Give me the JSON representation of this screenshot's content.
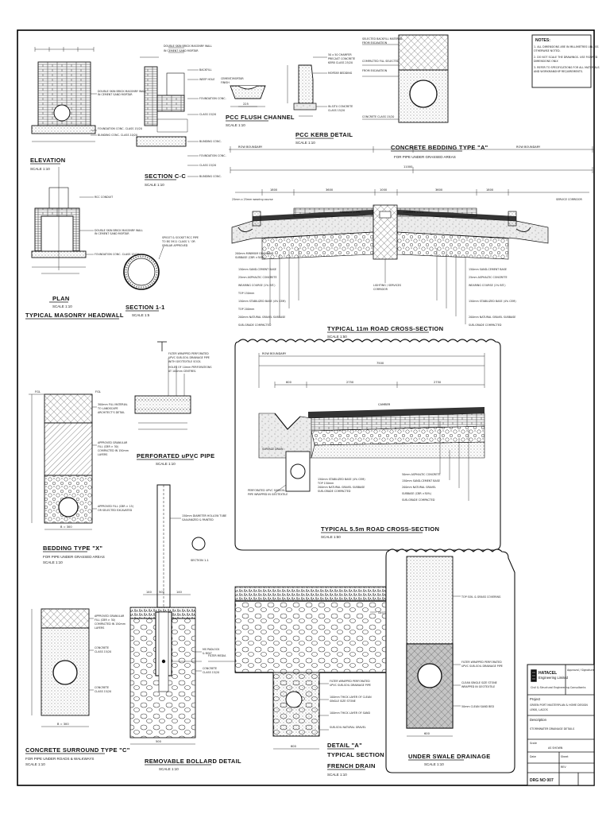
{
  "drawing": {
    "headwall": {
      "elevation_title": "ELEVATION",
      "elevation_scale": "SCALE 1:10",
      "section_cc_title": "SECTION C-C",
      "section_cc_scale": "SCALE 1:10",
      "plan_title": "PLAN",
      "plan_scale": "SCALE 1:10",
      "group_title": "TYPICAL MASONRY HEADWALL",
      "section_11_title": "SECTION 1-1",
      "section_11_scale": "SCALE 1:5",
      "pipe_label": "SPIGOT & SOCKET RCC PIPE"
    },
    "flush_channel": {
      "title": "PCC FLUSH CHANNEL",
      "scale": "SCALE 1:10"
    },
    "kerb": {
      "title": "PCC KERB DETAIL",
      "scale": "SCALE 1:10"
    },
    "bedding_a": {
      "title": "CONCRETE BEDDING TYPE \"A\"",
      "subtitle": "FOR PIPE UNDER GRASSED AREAS"
    },
    "notes": {
      "heading": "NOTES:",
      "lines": [
        "1. ALL DIMENSIONS ARE IN MILLIMETRES UNLESS",
        "   OTHERWISE NOTED.",
        "2. DO NOT SCALE THE DRAWINGS. USE FIGURED",
        "   DIMENSIONS ONLY.",
        "3. REFER TO SPECIFICATIONS FOR ALL MATERIALS",
        "   AND WORKMANSHIP REQUIREMENTS."
      ]
    },
    "road_11m": {
      "title": "TYPICAL 11m ROAD CROSS-SECTION",
      "scale": "SCALE 1:50"
    },
    "road_55m": {
      "title": "TYPICAL 5.5m ROAD CROSS-SECTION",
      "scale": "SCALE 1:50"
    },
    "bedding_x": {
      "title": "BEDDING TYPE \"X\"",
      "subtitle": "FOR PIPE UNDER GRASSED AREAS",
      "scale": "SCALE 1:10"
    },
    "upvc": {
      "title": "PERFORATED uPVC PIPE",
      "scale": "SCALE 1:10"
    },
    "surround_c": {
      "title": "CONCRETE SURROUND TYPE \"C\"",
      "subtitle": "FOR PIPE UNDER ROADS & WALKWAYS",
      "scale": "SCALE 1:10"
    },
    "bollard": {
      "title": "REMOVABLE BOLLARD DETAIL",
      "scale": "SCALE 1:10"
    },
    "french_drain": {
      "detail": "DETAIL \"A\"",
      "title_line1": "TYPICAL SECTION THROUGH",
      "title_line2": "FRENCH DRAIN",
      "scale": "SCALE 1:10"
    },
    "under_swale": {
      "title": "UNDER SWALE DRAINAGE",
      "scale": "SCALE 1:10"
    },
    "title_block": {
      "company_line1": "HATACEL",
      "company_line2": "Engineering Limited",
      "company_tag": "Civil & Structural Engineering Consultants",
      "project_label": "Project",
      "project_name_1": "GREEN PORT MASTERPLAN & HOME DESIGN",
      "project_name_2": "LEKKI, LAGOS",
      "description_label": "Description",
      "description": "STORMWATER DRAINAGE DETAILS",
      "drawing_no": "DRG NO 007",
      "rev_label": "REV",
      "scale_label": "Scale",
      "scale_value": "AS SHOWN",
      "date_label": "Date",
      "sheet_label": "Sheet",
      "approval_label": "Approval / Signature"
    }
  }
}
